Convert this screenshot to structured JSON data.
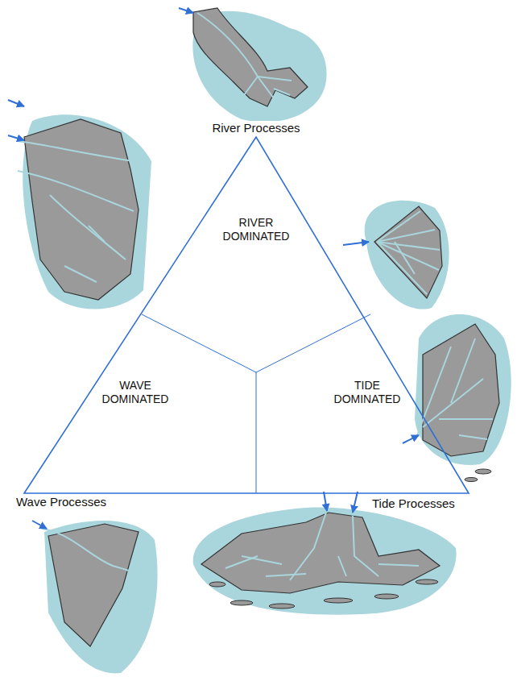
{
  "diagram": {
    "labels": [
      "River Processes",
      "RIVER DOMINATED",
      "WAVE DOMINATED",
      "TIDE DOMINATED",
      "Wave Processes",
      "Tide Processes"
    ]
  }
}
